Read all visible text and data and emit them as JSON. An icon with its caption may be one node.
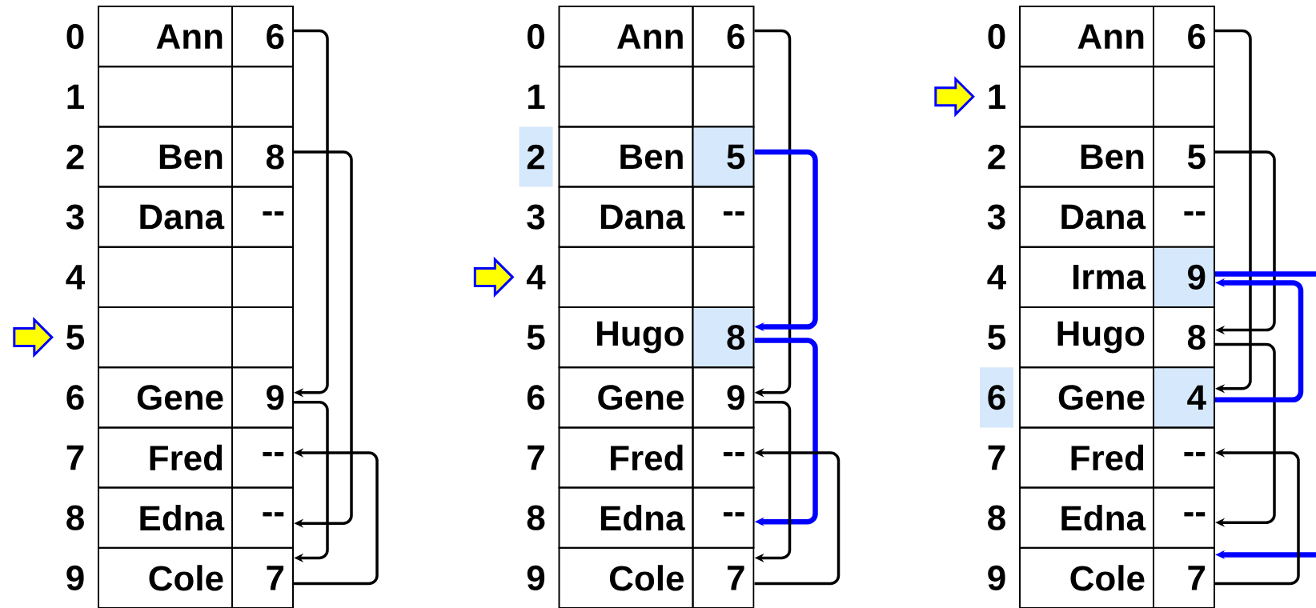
{
  "diagram": {
    "nodes": [
      {
        "text": [
          "0"
        ]
      },
      {
        "text": [
          "Ann"
        ]
      },
      {
        "text": [
          "6"
        ]
      },
      {
        "text": [
          "1"
        ]
      },
      {
        "text": [],
        "shape": "box"
      },
      {
        "text": [],
        "shape": "box"
      },
      {
        "text": [
          "2"
        ]
      },
      {
        "text": [
          "Ben"
        ]
      },
      {
        "text": [
          "8"
        ]
      },
      {
        "text": [
          "3"
        ]
      },
      {
        "text": [
          "Dana"
        ]
      },
      {
        "text": [
          "--"
        ]
      },
      {
        "text": [
          "4"
        ]
      },
      {
        "text": [],
        "shape": "box"
      },
      {
        "text": [],
        "shape": "box"
      },
      {
        "text": [
          "5"
        ]
      },
      {
        "text": [],
        "shape": "box"
      },
      {
        "text": [],
        "shape": "box"
      },
      {
        "text": [
          "6"
        ]
      },
      {
        "text": [
          "Gene"
        ]
      },
      {
        "text": [
          "9"
        ]
      },
      {
        "text": [
          "7"
        ]
      },
      {
        "text": [
          "Fred"
        ]
      },
      {
        "text": [
          "--"
        ]
      },
      {
        "text": [
          "8"
        ]
      },
      {
        "text": [
          "Edna"
        ]
      },
      {
        "text": [
          "--"
        ]
      },
      {
        "text": [
          "9"
        ]
      },
      {
        "text": [
          "Cole"
        ]
      },
      {
        "text": [
          "7"
        ]
      },
      {
        "text": [
          "0"
        ]
      },
      {
        "text": [
          "Ann"
        ]
      },
      {
        "text": [
          "6"
        ]
      },
      {
        "text": [
          "1"
        ]
      },
      {
        "text": [],
        "shape": "box"
      },
      {
        "text": [],
        "shape": "box"
      },
      {
        "text": [
          "2"
        ]
      },
      {
        "text": [
          "Ben"
        ]
      },
      {
        "text": [
          "5"
        ]
      },
      {
        "text": [
          "3"
        ]
      },
      {
        "text": [
          "Dana"
        ]
      },
      {
        "text": [
          "--"
        ]
      },
      {
        "text": [
          "4"
        ]
      },
      {
        "text": [],
        "shape": "box"
      },
      {
        "text": [],
        "shape": "box"
      },
      {
        "text": [
          "5"
        ]
      },
      {
        "text": [
          "Hugo"
        ]
      },
      {
        "text": [
          "8"
        ]
      },
      {
        "text": [
          "6"
        ]
      },
      {
        "text": [
          "Gene"
        ]
      },
      {
        "text": [
          "9"
        ]
      },
      {
        "text": [
          "7"
        ]
      },
      {
        "text": [
          "Fred"
        ]
      },
      {
        "text": [
          "--"
        ]
      },
      {
        "text": [
          "8"
        ]
      },
      {
        "text": [
          "Edna"
        ]
      },
      {
        "text": [
          "--"
        ]
      },
      {
        "text": [
          "9"
        ]
      },
      {
        "text": [
          "Cole"
        ]
      },
      {
        "text": [
          "7"
        ]
      },
      {
        "text": [
          "0"
        ]
      },
      {
        "text": [
          "Ann"
        ]
      },
      {
        "text": [
          "6"
        ]
      },
      {
        "text": [
          "1"
        ]
      },
      {
        "text": [],
        "shape": "box"
      },
      {
        "text": [],
        "shape": "box"
      },
      {
        "text": [
          "2"
        ]
      },
      {
        "text": [
          "Ben"
        ]
      },
      {
        "text": [
          "5"
        ]
      },
      {
        "text": [
          "3"
        ]
      },
      {
        "text": [
          "Dana"
        ]
      },
      {
        "text": [
          "--"
        ]
      },
      {
        "text": [
          "4"
        ]
      },
      {
        "text": [
          "Irma"
        ]
      },
      {
        "text": [
          "9"
        ]
      },
      {
        "text": [
          "5"
        ]
      },
      {
        "text": [
          "Hugo"
        ]
      },
      {
        "text": [
          "8"
        ]
      },
      {
        "text": [
          "6"
        ]
      },
      {
        "text": [
          "Gene"
        ]
      },
      {
        "text": [
          "4"
        ]
      },
      {
        "text": [
          "7"
        ]
      },
      {
        "text": [
          "Fred"
        ]
      },
      {
        "text": [
          "--"
        ]
      },
      {
        "text": [
          "8"
        ]
      },
      {
        "text": [
          "Edna"
        ]
      },
      {
        "text": [
          "--"
        ]
      },
      {
        "text": [
          "9"
        ]
      },
      {
        "text": [
          "Cole"
        ]
      },
      {
        "text": [
          "7"
        ]
      }
    ],
    "edges": [
      {
        "from": 2,
        "to": 20,
        "arrow": "to"
      },
      {
        "from": 8,
        "to": 26,
        "arrow": "to"
      },
      {
        "from": 20,
        "to": 29,
        "arrow": "to"
      },
      {
        "from": 29,
        "to": 23,
        "arrow": "to"
      },
      {
        "from": null,
        "to": 15,
        "arrow": "to",
        "color": "#ffff00"
      },
      {
        "from": 32,
        "to": 50,
        "arrow": "to"
      },
      {
        "from": 38,
        "to": 47,
        "arrow": "to",
        "style": "thick",
        "color": "#0000ff"
      },
      {
        "from": 47,
        "to": 56,
        "arrow": "to",
        "style": "thick",
        "color": "#0000ff"
      },
      {
        "from": 50,
        "to": 59,
        "arrow": "to"
      },
      {
        "from": 59,
        "to": 53,
        "arrow": "to"
      },
      {
        "from": null,
        "to": 42,
        "arrow": "to",
        "color": "#ffff00"
      },
      {
        "from": 62,
        "to": 80,
        "arrow": "to"
      },
      {
        "from": 68,
        "to": 77,
        "arrow": "to"
      },
      {
        "from": 74,
        "to": 89,
        "arrow": "to",
        "style": "thick",
        "color": "#0000ff"
      },
      {
        "from": 77,
        "to": 86,
        "arrow": "to"
      },
      {
        "from": 80,
        "to": 74,
        "arrow": "to",
        "style": "thick",
        "color": "#0000ff"
      },
      {
        "from": 89,
        "to": 83,
        "arrow": "to"
      },
      {
        "from": null,
        "to": 63,
        "arrow": "to",
        "color": "#ffff00"
      }
    ]
  }
}
